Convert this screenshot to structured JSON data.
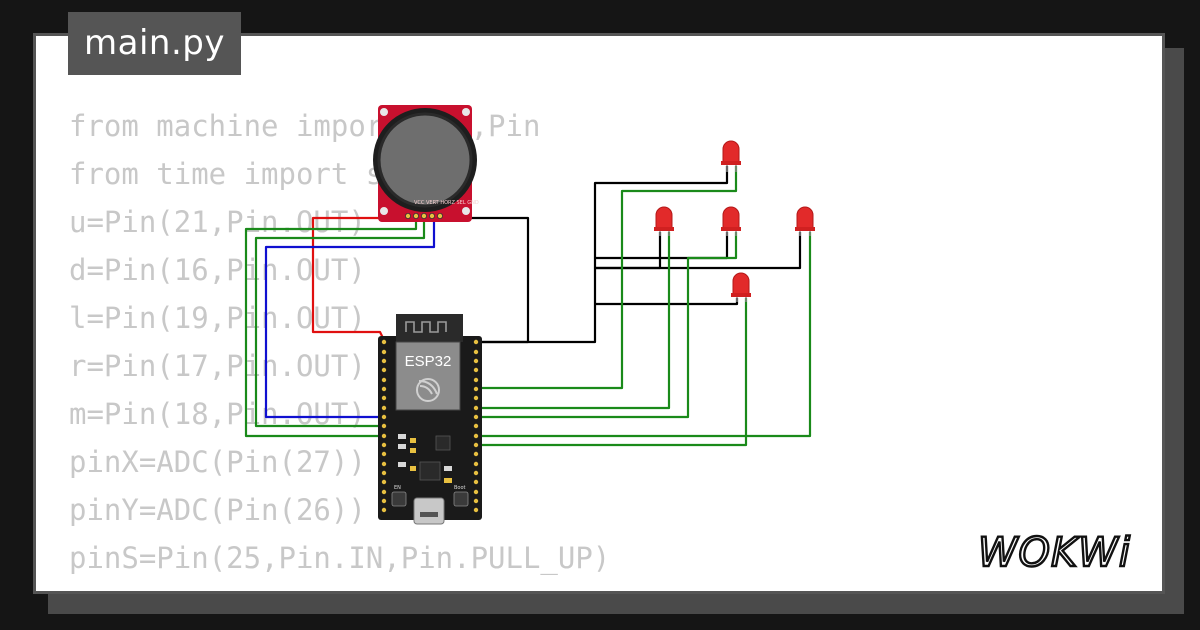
{
  "file_tab": {
    "label": "main.py"
  },
  "code": {
    "lines": [
      "from machine import ADC,Pin",
      "from time import sleep",
      "u=Pin(21,Pin.OUT)",
      "d=Pin(16,Pin.OUT)",
      "l=Pin(19,Pin.OUT)",
      "r=Pin(17,Pin.OUT)",
      "m=Pin(18,Pin.OUT)",
      "pinX=ADC(Pin(27))",
      "pinY=ADC(Pin(26))",
      "pinS=Pin(25,Pin.IN,Pin.PULL_UP)"
    ]
  },
  "esp32": {
    "label": "ESP32",
    "en_label": "EN",
    "boot_label": "Boot"
  },
  "joystick": {
    "pins_label": "VCC VERT HORZ SEL GND"
  },
  "brand": {
    "name": "WOKWi"
  },
  "colors": {
    "background": "#151515",
    "card": "#ffffff",
    "tab": "#555555",
    "code_text": "#c8c8c8",
    "wire_red": "#e01010",
    "wire_green": "#1a8a1a",
    "wire_blue": "#1010d0",
    "wire_black": "#000000",
    "led_red": "#e22a2a",
    "joystick_board": "#c8102e"
  }
}
